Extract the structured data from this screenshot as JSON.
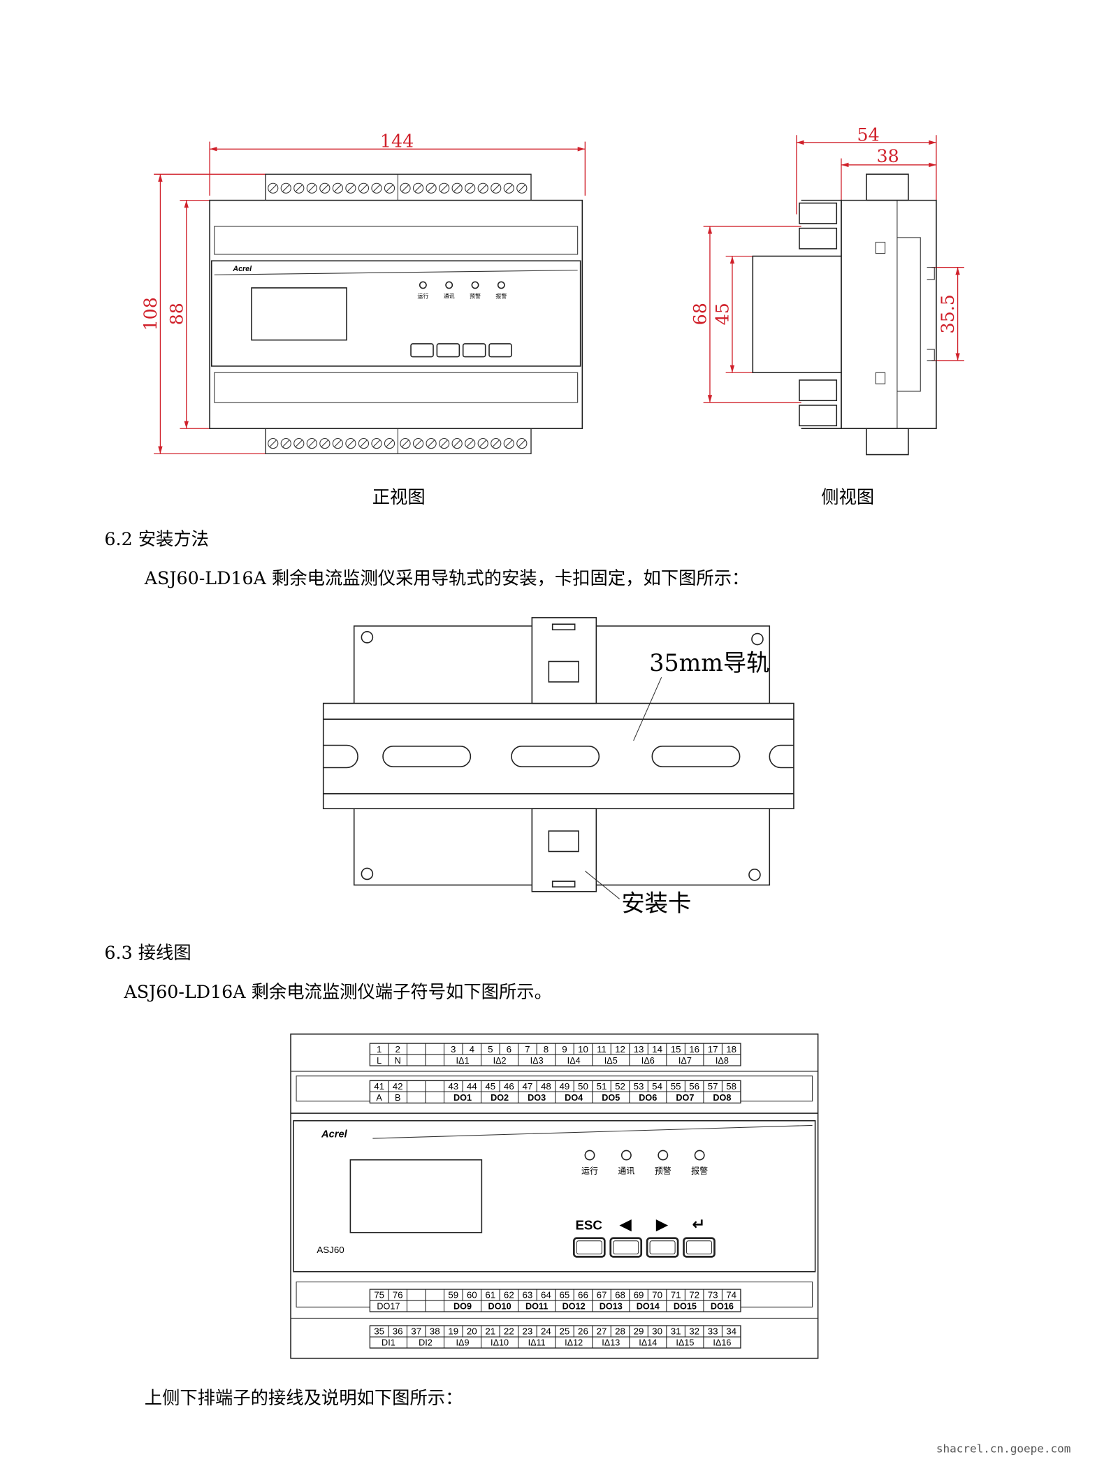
{
  "figures": {
    "front_view": {
      "caption": "正视图",
      "dims": {
        "width": "144",
        "height_outer": "108",
        "height_inner": "88"
      },
      "logo": "Acrel",
      "leds": [
        "运行",
        "通讯",
        "预警",
        "报警"
      ]
    },
    "side_view": {
      "caption": "侧视图",
      "dims": {
        "depth_total": "54",
        "depth_body": "38",
        "height_rail": "68",
        "height_mid": "45",
        "rail_width": "35.5"
      }
    },
    "rail": {
      "rail_label": "35mm导轨",
      "clip_label": "安装卡"
    },
    "wiring": {
      "logo": "Acrel",
      "model": "ASJ60",
      "leds": [
        "运行",
        "通讯",
        "预警",
        "报警"
      ],
      "buttons": [
        "ESC",
        "◀",
        "▶",
        "↵"
      ],
      "terminal_rows": [
        {
          "numbers": [
            "1",
            "2",
            "",
            "",
            "3",
            "4",
            "5",
            "6",
            "7",
            "8",
            "9",
            "10",
            "11",
            "12",
            "13",
            "14",
            "15",
            "16",
            "17",
            "18"
          ],
          "labels": [
            {
              "text": "L",
              "span": 1
            },
            {
              "text": "N",
              "span": 1
            },
            {
              "text": "",
              "span": 1
            },
            {
              "text": "",
              "span": 1
            },
            {
              "text": "IΔ1",
              "span": 2
            },
            {
              "text": "IΔ2",
              "span": 2
            },
            {
              "text": "IΔ3",
              "span": 2
            },
            {
              "text": "IΔ4",
              "span": 2
            },
            {
              "text": "IΔ5",
              "span": 2
            },
            {
              "text": "IΔ6",
              "span": 2
            },
            {
              "text": "IΔ7",
              "span": 2
            },
            {
              "text": "IΔ8",
              "span": 2
            }
          ]
        },
        {
          "numbers": [
            "41",
            "42",
            "",
            "",
            "43",
            "44",
            "45",
            "46",
            "47",
            "48",
            "49",
            "50",
            "51",
            "52",
            "53",
            "54",
            "55",
            "56",
            "57",
            "58"
          ],
          "labels": [
            {
              "text": "A",
              "span": 1
            },
            {
              "text": "B",
              "span": 1
            },
            {
              "text": "",
              "span": 1
            },
            {
              "text": "",
              "span": 1
            },
            {
              "text": "DO1",
              "span": 2
            },
            {
              "text": "DO2",
              "span": 2
            },
            {
              "text": "DO3",
              "span": 2
            },
            {
              "text": "DO4",
              "span": 2
            },
            {
              "text": "DO5",
              "span": 2
            },
            {
              "text": "DO6",
              "span": 2
            },
            {
              "text": "DO7",
              "span": 2
            },
            {
              "text": "DO8",
              "span": 2
            }
          ]
        },
        {
          "numbers": [
            "75",
            "76",
            "",
            "",
            "59",
            "60",
            "61",
            "62",
            "63",
            "64",
            "65",
            "66",
            "67",
            "68",
            "69",
            "70",
            "71",
            "72",
            "73",
            "74"
          ],
          "labels": [
            {
              "text": "DO17",
              "span": 2
            },
            {
              "text": "",
              "span": 1
            },
            {
              "text": "",
              "span": 1
            },
            {
              "text": "DO9",
              "span": 2
            },
            {
              "text": "DO10",
              "span": 2
            },
            {
              "text": "DO11",
              "span": 2
            },
            {
              "text": "DO12",
              "span": 2
            },
            {
              "text": "DO13",
              "span": 2
            },
            {
              "text": "DO14",
              "span": 2
            },
            {
              "text": "DO15",
              "span": 2
            },
            {
              "text": "DO16",
              "span": 2
            }
          ]
        },
        {
          "numbers": [
            "35",
            "36",
            "37",
            "38",
            "19",
            "20",
            "21",
            "22",
            "23",
            "24",
            "25",
            "26",
            "27",
            "28",
            "29",
            "30",
            "31",
            "32",
            "33",
            "34"
          ],
          "labels": [
            {
              "text": "DI1",
              "span": 2
            },
            {
              "text": "DI2",
              "span": 2
            },
            {
              "text": "IΔ9",
              "span": 2
            },
            {
              "text": "IΔ10",
              "span": 2
            },
            {
              "text": "IΔ11",
              "span": 2
            },
            {
              "text": "IΔ12",
              "span": 2
            },
            {
              "text": "IΔ13",
              "span": 2
            },
            {
              "text": "IΔ14",
              "span": 2
            },
            {
              "text": "IΔ15",
              "span": 2
            },
            {
              "text": "IΔ16",
              "span": 2
            }
          ]
        }
      ]
    }
  },
  "sections": {
    "install": {
      "heading": "6.2  安装方法",
      "text": "ASJ60-LD16A 剩余电流监测仪采用导轨式的安装，卡扣固定，如下图所示："
    },
    "wiring": {
      "heading": "6.3  接线图",
      "text": "ASJ60-LD16A 剩余电流监测仪端子符号如下图所示。"
    },
    "after": {
      "text": "上侧下排端子的接线及说明如下图所示："
    }
  },
  "watermark": "shacrel.cn.goepe.com",
  "colors": {
    "dimension": "#d0202a",
    "line": "#222222"
  }
}
